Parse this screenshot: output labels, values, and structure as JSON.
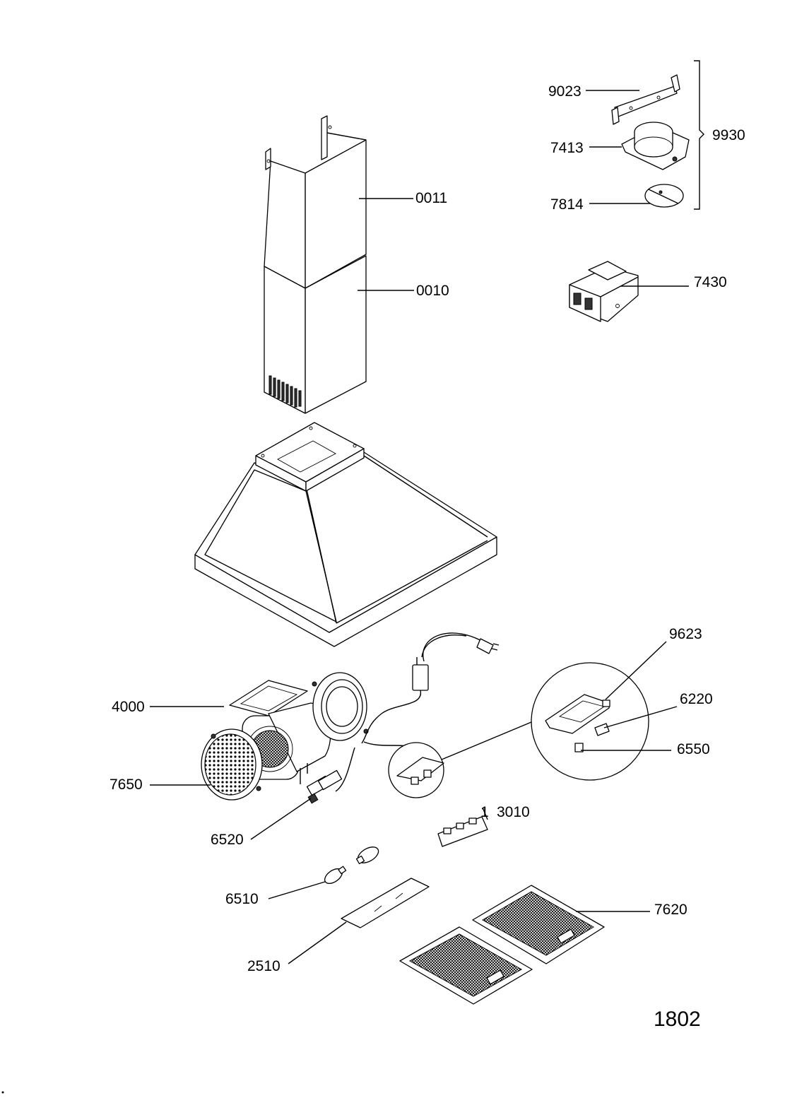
{
  "parts": {
    "p9023": "9023",
    "p9930": "9930",
    "p7413": "7413",
    "p7814": "7814",
    "p0011": "0011",
    "p0010": "0010",
    "p7430": "7430",
    "p9623": "9623",
    "p6220": "6220",
    "p6550": "6550",
    "p4000": "4000",
    "p7650": "7650",
    "p6520": "6520",
    "p3010": "3010",
    "p3010_prefix": "1",
    "p6510": "6510",
    "p7620": "7620",
    "p2510": "2510"
  },
  "sheet_number": "1802"
}
